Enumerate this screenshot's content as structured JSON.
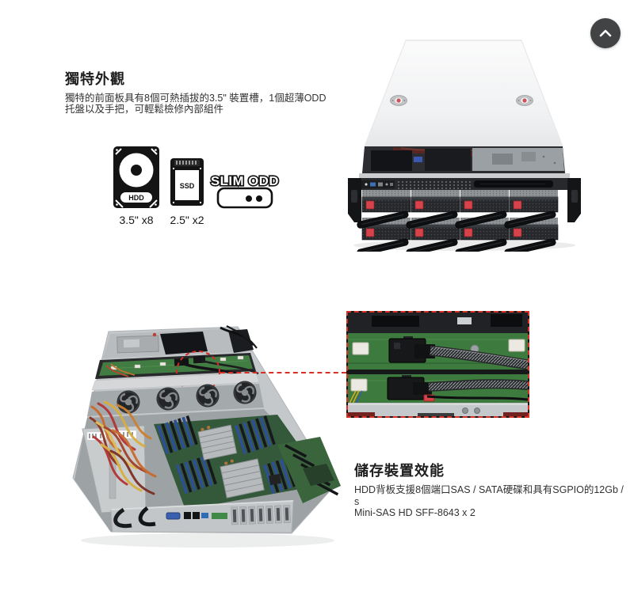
{
  "scroll_top_button": {
    "icon": "chevron-up"
  },
  "appearance": {
    "heading": "獨特外觀",
    "body_lines": [
      "獨特的前面板具有8個可熱插拔的3.5\" 裝置槽，1個超薄ODD",
      "托盤以及手把，可輕鬆檢修內部組件"
    ],
    "drive_icons": [
      {
        "icon": "hdd-3-5-icon",
        "label": "HDD",
        "caption": "3.5\" x8"
      },
      {
        "icon": "ssd-2-5-icon",
        "label": "SSD",
        "caption": "2.5\" x2"
      },
      {
        "icon": "slim-odd-icon",
        "label": "SLIM ODD",
        "caption": ""
      }
    ]
  },
  "storage": {
    "heading": "儲存裝置效能",
    "body_lines": [
      "HDD背板支援8個端口SAS / SATA硬碟和具有SGPIO的12Gb / s",
      "Mini-SAS HD SFF-8643 x 2"
    ]
  },
  "colors": {
    "accent_red": "#d93025",
    "latch_red": "#d6434a",
    "pcb_green": "#3c7a3e",
    "scroll_button_bg": "#414345"
  }
}
